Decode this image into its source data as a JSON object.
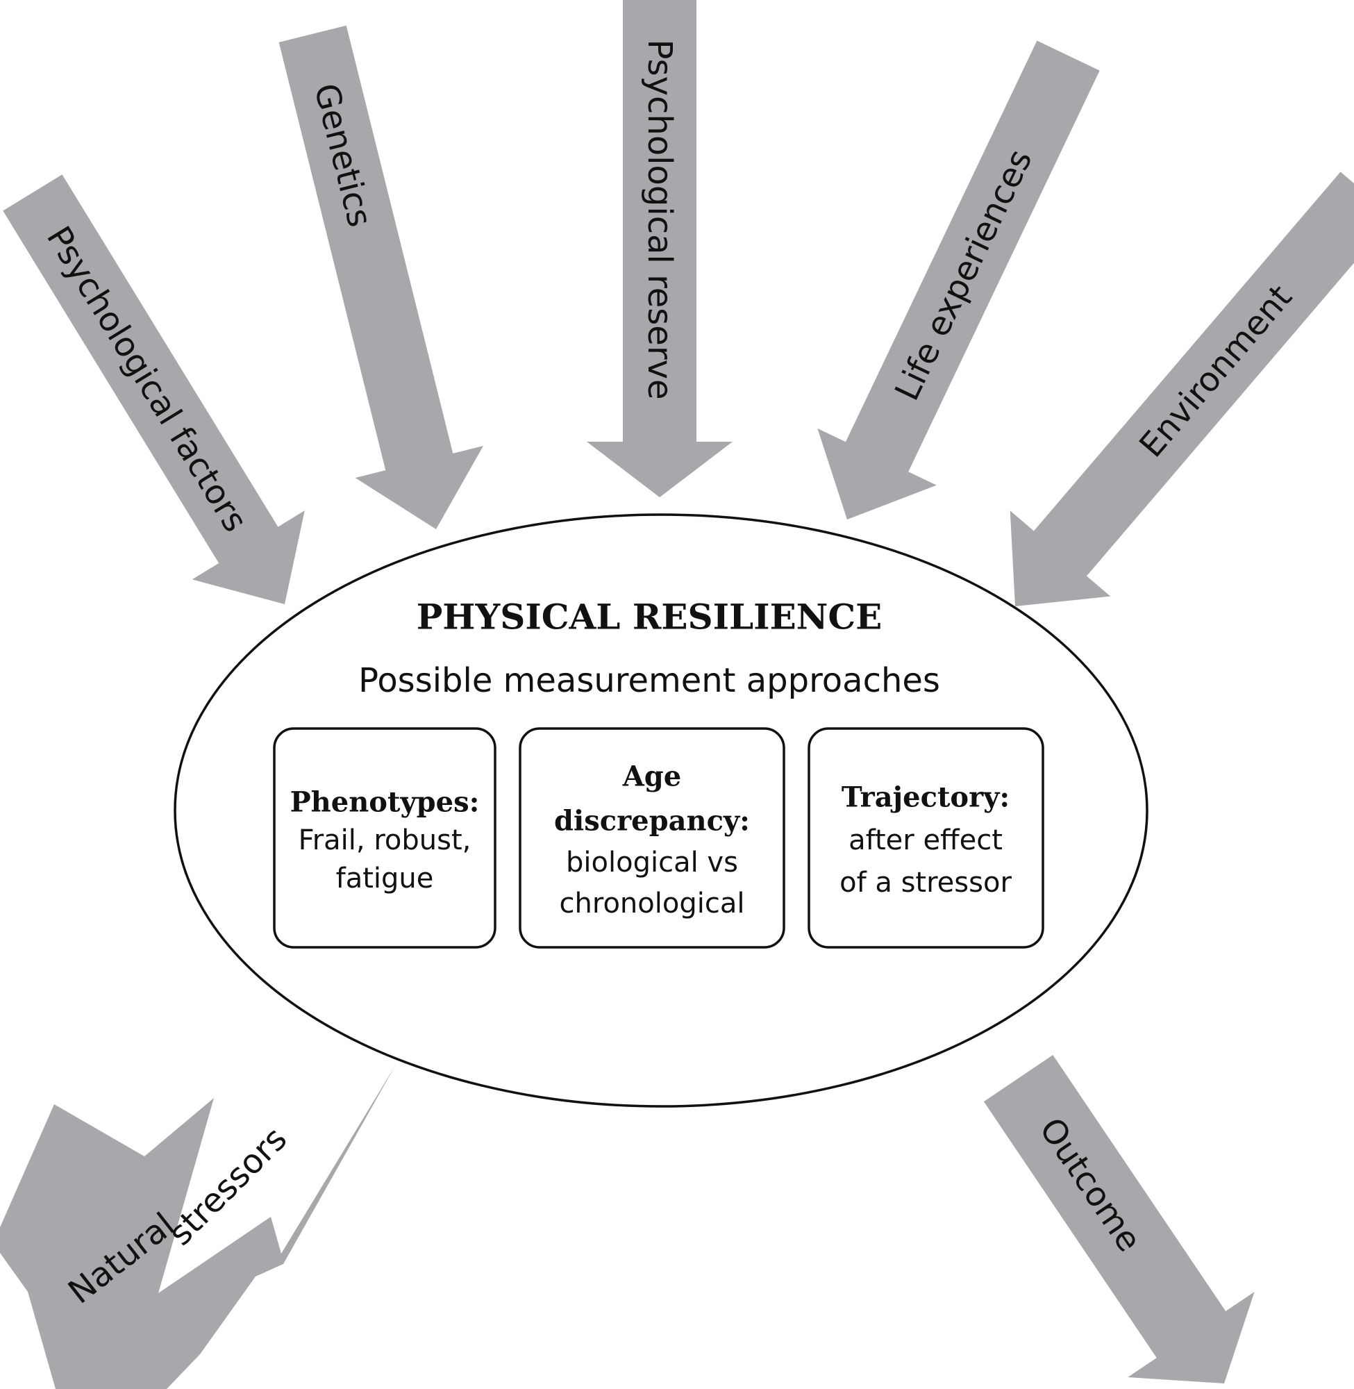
{
  "influences": [
    {
      "label": "Psychological factors"
    },
    {
      "label": "Genetics"
    },
    {
      "label": "Psychological reserve"
    },
    {
      "label": "Life experiences"
    },
    {
      "label": "Environment"
    }
  ],
  "stressor": {
    "line1": "Natural",
    "line2": "stressors"
  },
  "outcome": {
    "label": "Outcome"
  },
  "center": {
    "title": "PHYSICAL RESILIENCE",
    "subtitle": "Possible measurement approaches"
  },
  "approaches": [
    {
      "heading": "Phenotypes:",
      "lines": [
        "Frail, robust,",
        "fatigue"
      ]
    },
    {
      "heading_lines": [
        "Age",
        "discrepancy:"
      ],
      "lines": [
        "biological vs",
        "chronological"
      ]
    },
    {
      "heading": "Trajectory:",
      "lines": [
        "after effect",
        "of a stressor"
      ]
    }
  ],
  "colors": {
    "arrow": "#a7a8ab",
    "stroke": "#111111",
    "background": "#ffffff"
  }
}
